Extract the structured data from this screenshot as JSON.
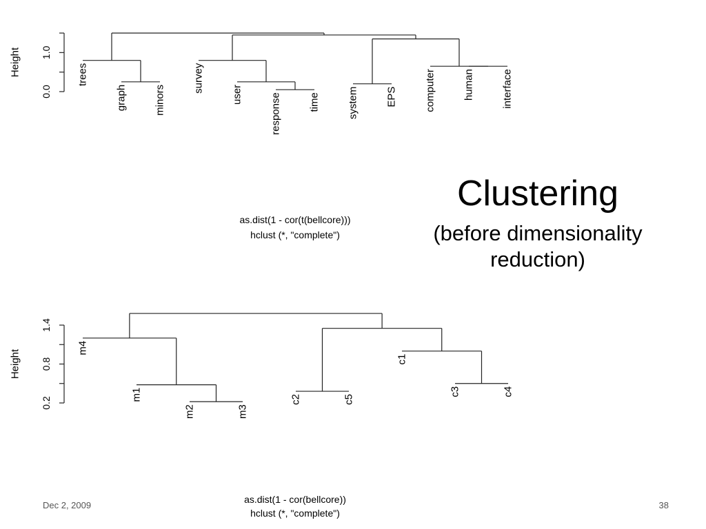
{
  "slide": {
    "title": "Clustering",
    "subtitle": "(before dimensionality reduction)"
  },
  "footer": {
    "date": "Dec 2, 2009",
    "page_number": "38"
  },
  "dendrograms": [
    {
      "ylabel": "Height",
      "y_ticks": [
        0.0,
        0.5,
        1.0,
        1.5
      ],
      "y_tick_labels": [
        "0.0",
        "",
        "1.0",
        ""
      ],
      "caption": [
        "as.dist(1 - cor(t(bellcore)))",
        "hclust (*, \"complete\")"
      ],
      "labels": [
        {
          "text": "trees",
          "h": 0.8
        },
        {
          "text": "graph",
          "h": 0.25
        },
        {
          "text": "minors",
          "h": 0.25
        },
        {
          "text": "survey",
          "h": 0.8
        },
        {
          "text": "user",
          "h": 0.25
        },
        {
          "text": "response",
          "h": 0.05
        },
        {
          "text": "time",
          "h": 0.05
        },
        {
          "text": "system",
          "h": 0.2
        },
        {
          "text": "EPS",
          "h": 0.2
        },
        {
          "text": "computer",
          "h": 0.65
        },
        {
          "text": "human",
          "h": 0.65
        },
        {
          "text": "interface",
          "h": 0.65
        }
      ],
      "merges": [
        [
          -6,
          -7,
          0.05
        ],
        [
          -5,
          1,
          0.25
        ],
        [
          -4,
          2,
          0.8
        ],
        [
          -2,
          -3,
          0.25
        ],
        [
          -1,
          4,
          0.8
        ],
        [
          -8,
          -9,
          0.2
        ],
        [
          -11,
          -12,
          0.65
        ],
        [
          -10,
          7,
          0.65
        ],
        [
          6,
          8,
          1.35
        ],
        [
          3,
          9,
          1.45
        ],
        [
          5,
          10,
          1.5
        ]
      ]
    },
    {
      "ylabel": "Height",
      "y_ticks": [
        0.2,
        0.5,
        0.8,
        1.1,
        1.4
      ],
      "y_tick_labels": [
        "0.2",
        "",
        "0.8",
        "",
        "1.4"
      ],
      "caption": [
        "as.dist(1 - cor(bellcore))",
        "hclust (*, \"complete\")"
      ],
      "labels": [
        {
          "text": "m4",
          "h": 1.2
        },
        {
          "text": "m1",
          "h": 0.48
        },
        {
          "text": "m2",
          "h": 0.22
        },
        {
          "text": "m3",
          "h": 0.22
        },
        {
          "text": "c2",
          "h": 0.38
        },
        {
          "text": "c5",
          "h": 0.38
        },
        {
          "text": "c1",
          "h": 1.0
        },
        {
          "text": "c3",
          "h": 0.5
        },
        {
          "text": "c4",
          "h": 0.5
        }
      ],
      "merges": [
        [
          -3,
          -4,
          0.22
        ],
        [
          -2,
          1,
          0.48
        ],
        [
          -1,
          2,
          1.2
        ],
        [
          -5,
          -6,
          0.38
        ],
        [
          -8,
          -9,
          0.5
        ],
        [
          -7,
          5,
          1.0
        ],
        [
          4,
          6,
          1.35
        ],
        [
          3,
          7,
          1.58
        ]
      ]
    }
  ]
}
